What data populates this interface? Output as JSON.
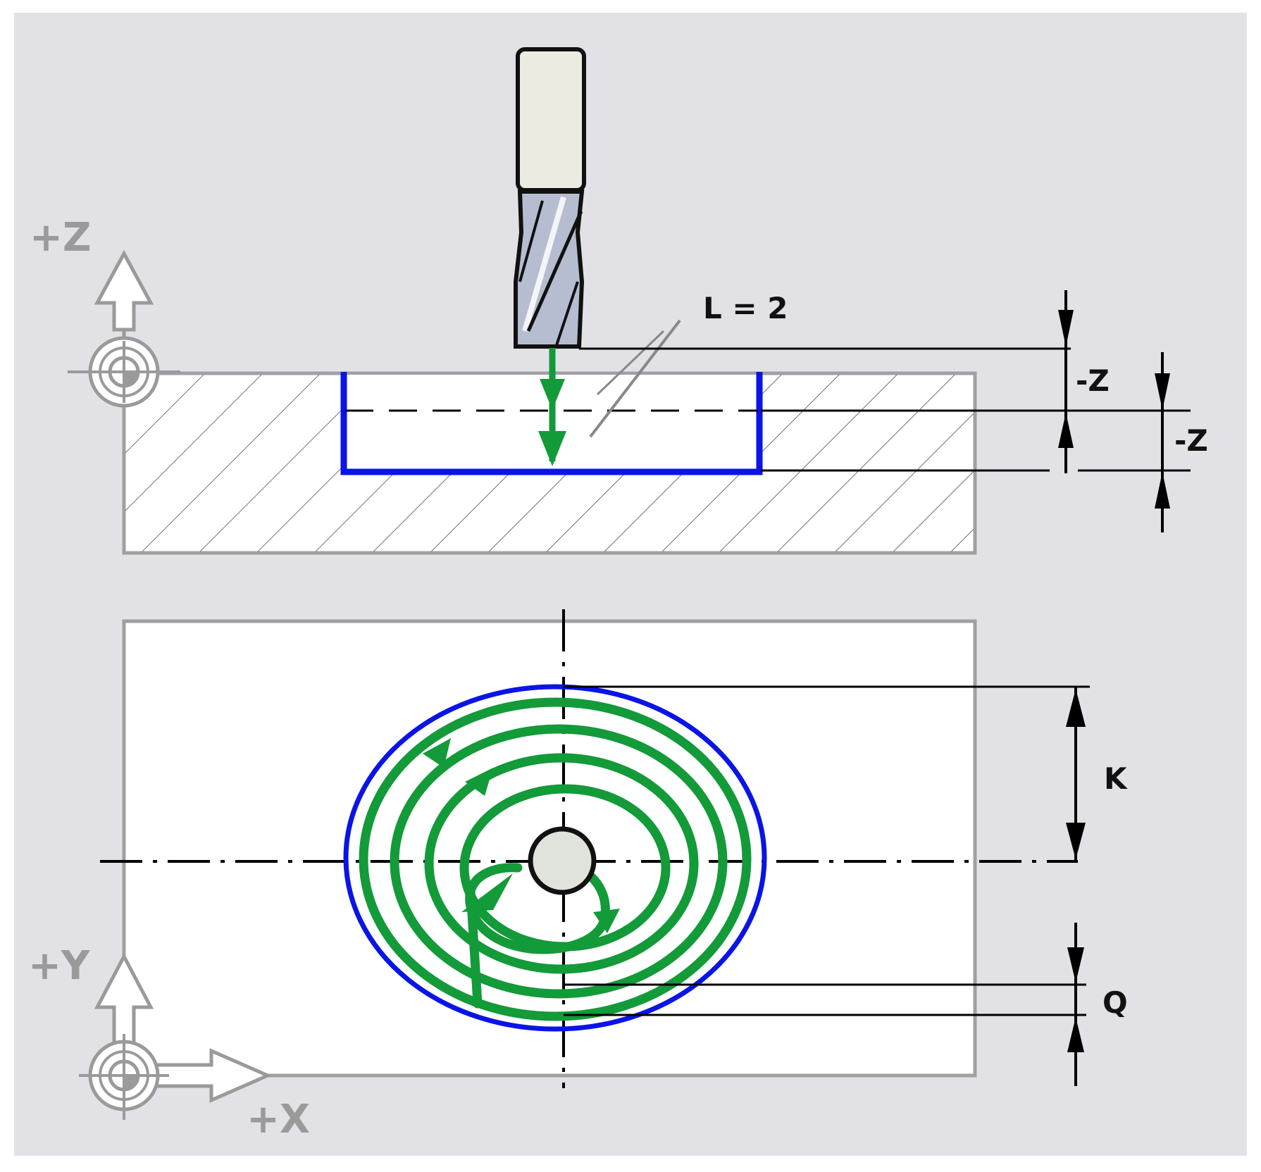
{
  "diagram": {
    "labels": {
      "z_axis": "+Z",
      "y_axis": "+Y",
      "x_axis": "+X",
      "l_value": "L = 2",
      "z_step_1": "-Z",
      "z_step_2": "-Z",
      "k_dim": "K",
      "q_dim": "Q"
    },
    "colors": {
      "background": "#e2e2e6",
      "workpiece": "#ffffff",
      "outline": "#a0a0a0",
      "pocket_contour": "#0a14e6",
      "tool_path": "#139a39",
      "dimension_lines": "#000000",
      "tool_shank": "#ecebe2"
    },
    "icons": {
      "z_axis_arrow": "up-arrow-icon",
      "y_axis_arrow": "up-arrow-icon",
      "x_axis_arrow": "right-arrow-icon",
      "origin_marker": "datum-target-icon"
    }
  }
}
